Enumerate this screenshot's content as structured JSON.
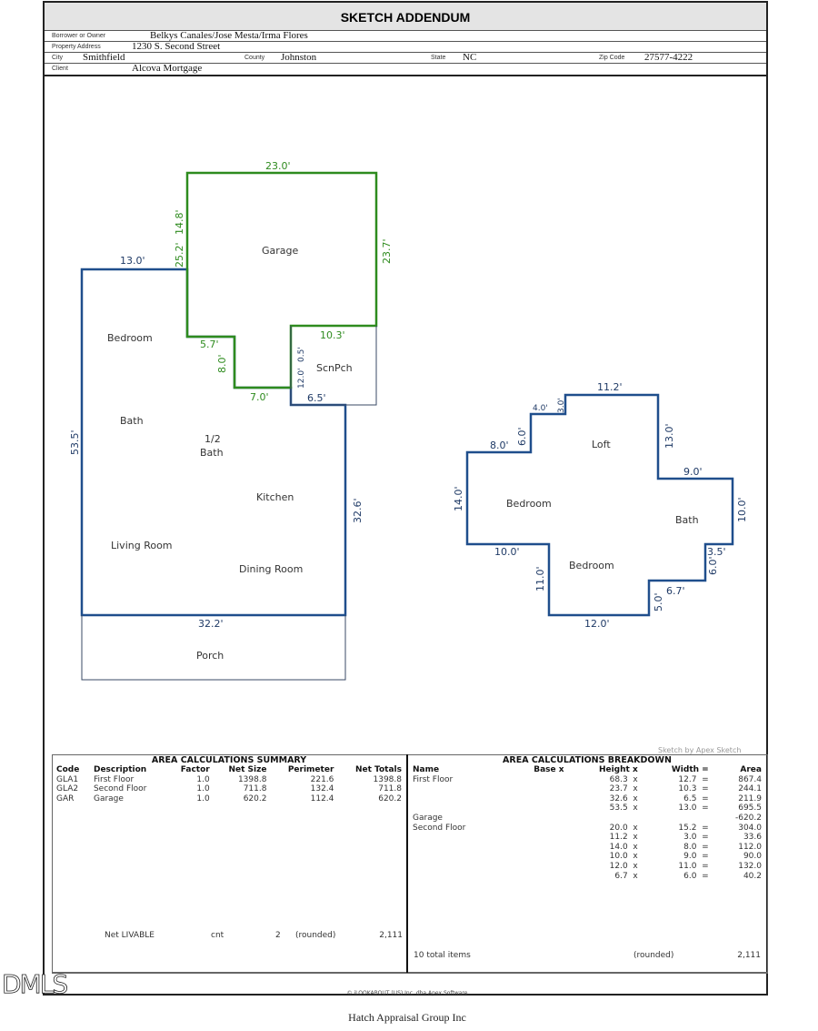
{
  "header": {
    "title": "SKETCH ADDENDUM",
    "borrower_label": "Borrower or Owner",
    "borrower": "Belkys Canales/Jose Mesta/Irma Flores",
    "address_label": "Property Address",
    "address": "1230 S. Second Street",
    "city_label": "City",
    "city": "Smithfield",
    "county_label": "County",
    "county": "Johnston",
    "state_label": "State",
    "state": "NC",
    "zip_label": "Zip Code",
    "zip": "27577-4222",
    "client_label": "Client",
    "client": "Alcova Mortgage"
  },
  "sketch": {
    "colors": {
      "living": "#1f4e8c",
      "garage": "#2e8b1e",
      "other": "#3a4a66"
    },
    "first_floor": {
      "dims": [
        "23.0'",
        "14.8'",
        "25.2'",
        "23.7'",
        "13.0'",
        "10.3'",
        "5.7'",
        "8.0'",
        "12.0'",
        "0.5'",
        "7.0'",
        "6.5'",
        "53.5'",
        "32.6'",
        "32.2'"
      ],
      "rooms": [
        "Garage",
        "Bedroom",
        "ScnPch",
        "Bath",
        "1/2",
        "Bath",
        "Kitchen",
        "Living Room",
        "Dining Room",
        "Porch"
      ]
    },
    "second_floor": {
      "dims": [
        "11.2'",
        "4.0'",
        "3.0'",
        "6.0'",
        "8.0'",
        "13.0'",
        "9.0'",
        "14.0'",
        "10.0'",
        "10.0'",
        "3.5'",
        "6.0'",
        "11.0'",
        "6.7'",
        "5.0'",
        "12.0'"
      ],
      "rooms": [
        "Loft",
        "Bedroom",
        "Bath",
        "Bedroom"
      ]
    },
    "credit": "Sketch by Apex Sketch"
  },
  "summary": {
    "title": "AREA CALCULATIONS SUMMARY",
    "columns": [
      "Code",
      "Description",
      "Factor",
      "Net Size",
      "Perimeter",
      "Net Totals"
    ],
    "rows": [
      [
        "GLA1",
        "First Floor",
        "1.0",
        "1398.8",
        "221.6",
        "1398.8"
      ],
      [
        "GLA2",
        "Second Floor",
        "1.0",
        "711.8",
        "132.4",
        "711.8"
      ],
      [
        "GAR",
        "Garage",
        "1.0",
        "620.2",
        "112.4",
        "620.2"
      ]
    ],
    "footer": [
      "Net LIVABLE",
      "cnt",
      "2",
      "(rounded)",
      "2,111"
    ]
  },
  "breakdown": {
    "title": "AREA CALCULATIONS BREAKDOWN",
    "columns": [
      "Name",
      "Base  x",
      "Height  x",
      "Width  =",
      "Area"
    ],
    "rows": [
      [
        "First Floor",
        "",
        "68.3  x",
        "12.7  =",
        "867.4"
      ],
      [
        "",
        "",
        "23.7  x",
        "10.3  =",
        "244.1"
      ],
      [
        "",
        "",
        "32.6  x",
        "6.5  =",
        "211.9"
      ],
      [
        "",
        "",
        "53.5  x",
        "13.0  =",
        "695.5"
      ],
      [
        "Garage",
        "",
        "",
        "",
        "-620.2"
      ],
      [
        "Second Floor",
        "",
        "20.0  x",
        "15.2  =",
        "304.0"
      ],
      [
        "",
        "",
        "11.2  x",
        "3.0  =",
        "33.6"
      ],
      [
        "",
        "",
        "14.0  x",
        "8.0  =",
        "112.0"
      ],
      [
        "",
        "",
        "10.0  x",
        "9.0  =",
        "90.0"
      ],
      [
        "",
        "",
        "12.0  x",
        "11.0  =",
        "132.0"
      ],
      [
        "",
        "",
        "6.7  x",
        "6.0  =",
        "40.2"
      ]
    ],
    "footer": [
      "10 total items",
      "(rounded)",
      "2,111"
    ]
  },
  "copyright": "© iLOOKABOUT (US) Inc. dba Apex Software",
  "company": "Hatch Appraisal Group Inc",
  "watermark": "DMLS"
}
